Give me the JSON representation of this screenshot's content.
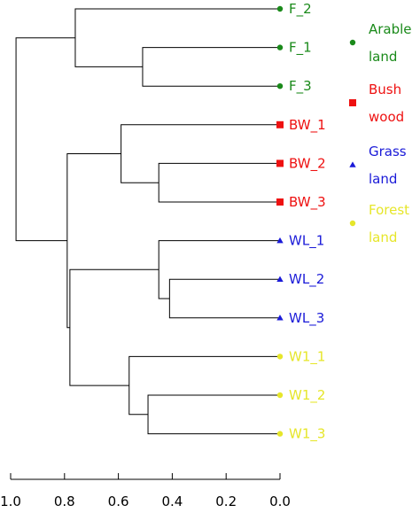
{
  "chart_data": {
    "type": "dendrogram",
    "orientation": "right",
    "x_axis": {
      "range": [
        1.0,
        0.0
      ],
      "ticks": [
        1.0,
        0.8,
        0.6,
        0.4,
        0.2,
        0.0
      ],
      "tick_labels": [
        "1.0",
        "0.8",
        "0.6",
        "0.4",
        "0.2",
        "0.0"
      ]
    },
    "leaves": [
      {
        "label": "F_2",
        "group": "arable"
      },
      {
        "label": "F_1",
        "group": "arable"
      },
      {
        "label": "F_3",
        "group": "arable"
      },
      {
        "label": "BW_1",
        "group": "bush"
      },
      {
        "label": "BW_2",
        "group": "bush"
      },
      {
        "label": "BW_3",
        "group": "bush"
      },
      {
        "label": "WL_1",
        "group": "grass"
      },
      {
        "label": "WL_2",
        "group": "grass"
      },
      {
        "label": "WL_3",
        "group": "grass"
      },
      {
        "label": "W1_1",
        "group": "forest"
      },
      {
        "label": "W1_2",
        "group": "forest"
      },
      {
        "label": "W1_3",
        "group": "forest"
      }
    ],
    "merges": [
      {
        "id": "m1",
        "left": "F_1",
        "right": "F_3",
        "height": 0.51
      },
      {
        "id": "m2",
        "left": "F_2",
        "right": "m1",
        "height": 0.76
      },
      {
        "id": "m3",
        "left": "BW_2",
        "right": "BW_3",
        "height": 0.45
      },
      {
        "id": "m4",
        "left": "BW_1",
        "right": "m3",
        "height": 0.59
      },
      {
        "id": "m5",
        "left": "WL_2",
        "right": "WL_3",
        "height": 0.41
      },
      {
        "id": "m6",
        "left": "WL_1",
        "right": "m5",
        "height": 0.45
      },
      {
        "id": "m7",
        "left": "W1_2",
        "right": "W1_3",
        "height": 0.49
      },
      {
        "id": "m8",
        "left": "W1_1",
        "right": "m7",
        "height": 0.56
      },
      {
        "id": "m9",
        "left": "m6",
        "right": "m8",
        "height": 0.78
      },
      {
        "id": "m10",
        "left": "m4",
        "right": "m9",
        "height": 0.79
      },
      {
        "id": "m11",
        "left": "m2",
        "right": "m10",
        "height": 0.98
      }
    ],
    "legend": {
      "placement": "right",
      "items": [
        {
          "group": "arable",
          "lines": [
            "Arable",
            "land"
          ],
          "marker": "circle"
        },
        {
          "group": "bush",
          "lines": [
            "Bush",
            "wood"
          ],
          "marker": "square"
        },
        {
          "group": "grass",
          "lines": [
            "Grass",
            "land"
          ],
          "marker": "triangle"
        },
        {
          "group": "forest",
          "lines": [
            "Forest",
            "land"
          ],
          "marker": "circle"
        }
      ]
    },
    "groups": {
      "arable": {
        "color": "#1a8a1a",
        "marker": "circle"
      },
      "bush": {
        "color": "#ee1111",
        "marker": "square"
      },
      "grass": {
        "color": "#1a1ad8",
        "marker": "triangle"
      },
      "forest": {
        "color": "#e6e62a",
        "marker": "circle"
      }
    },
    "line_color": "#000000"
  }
}
